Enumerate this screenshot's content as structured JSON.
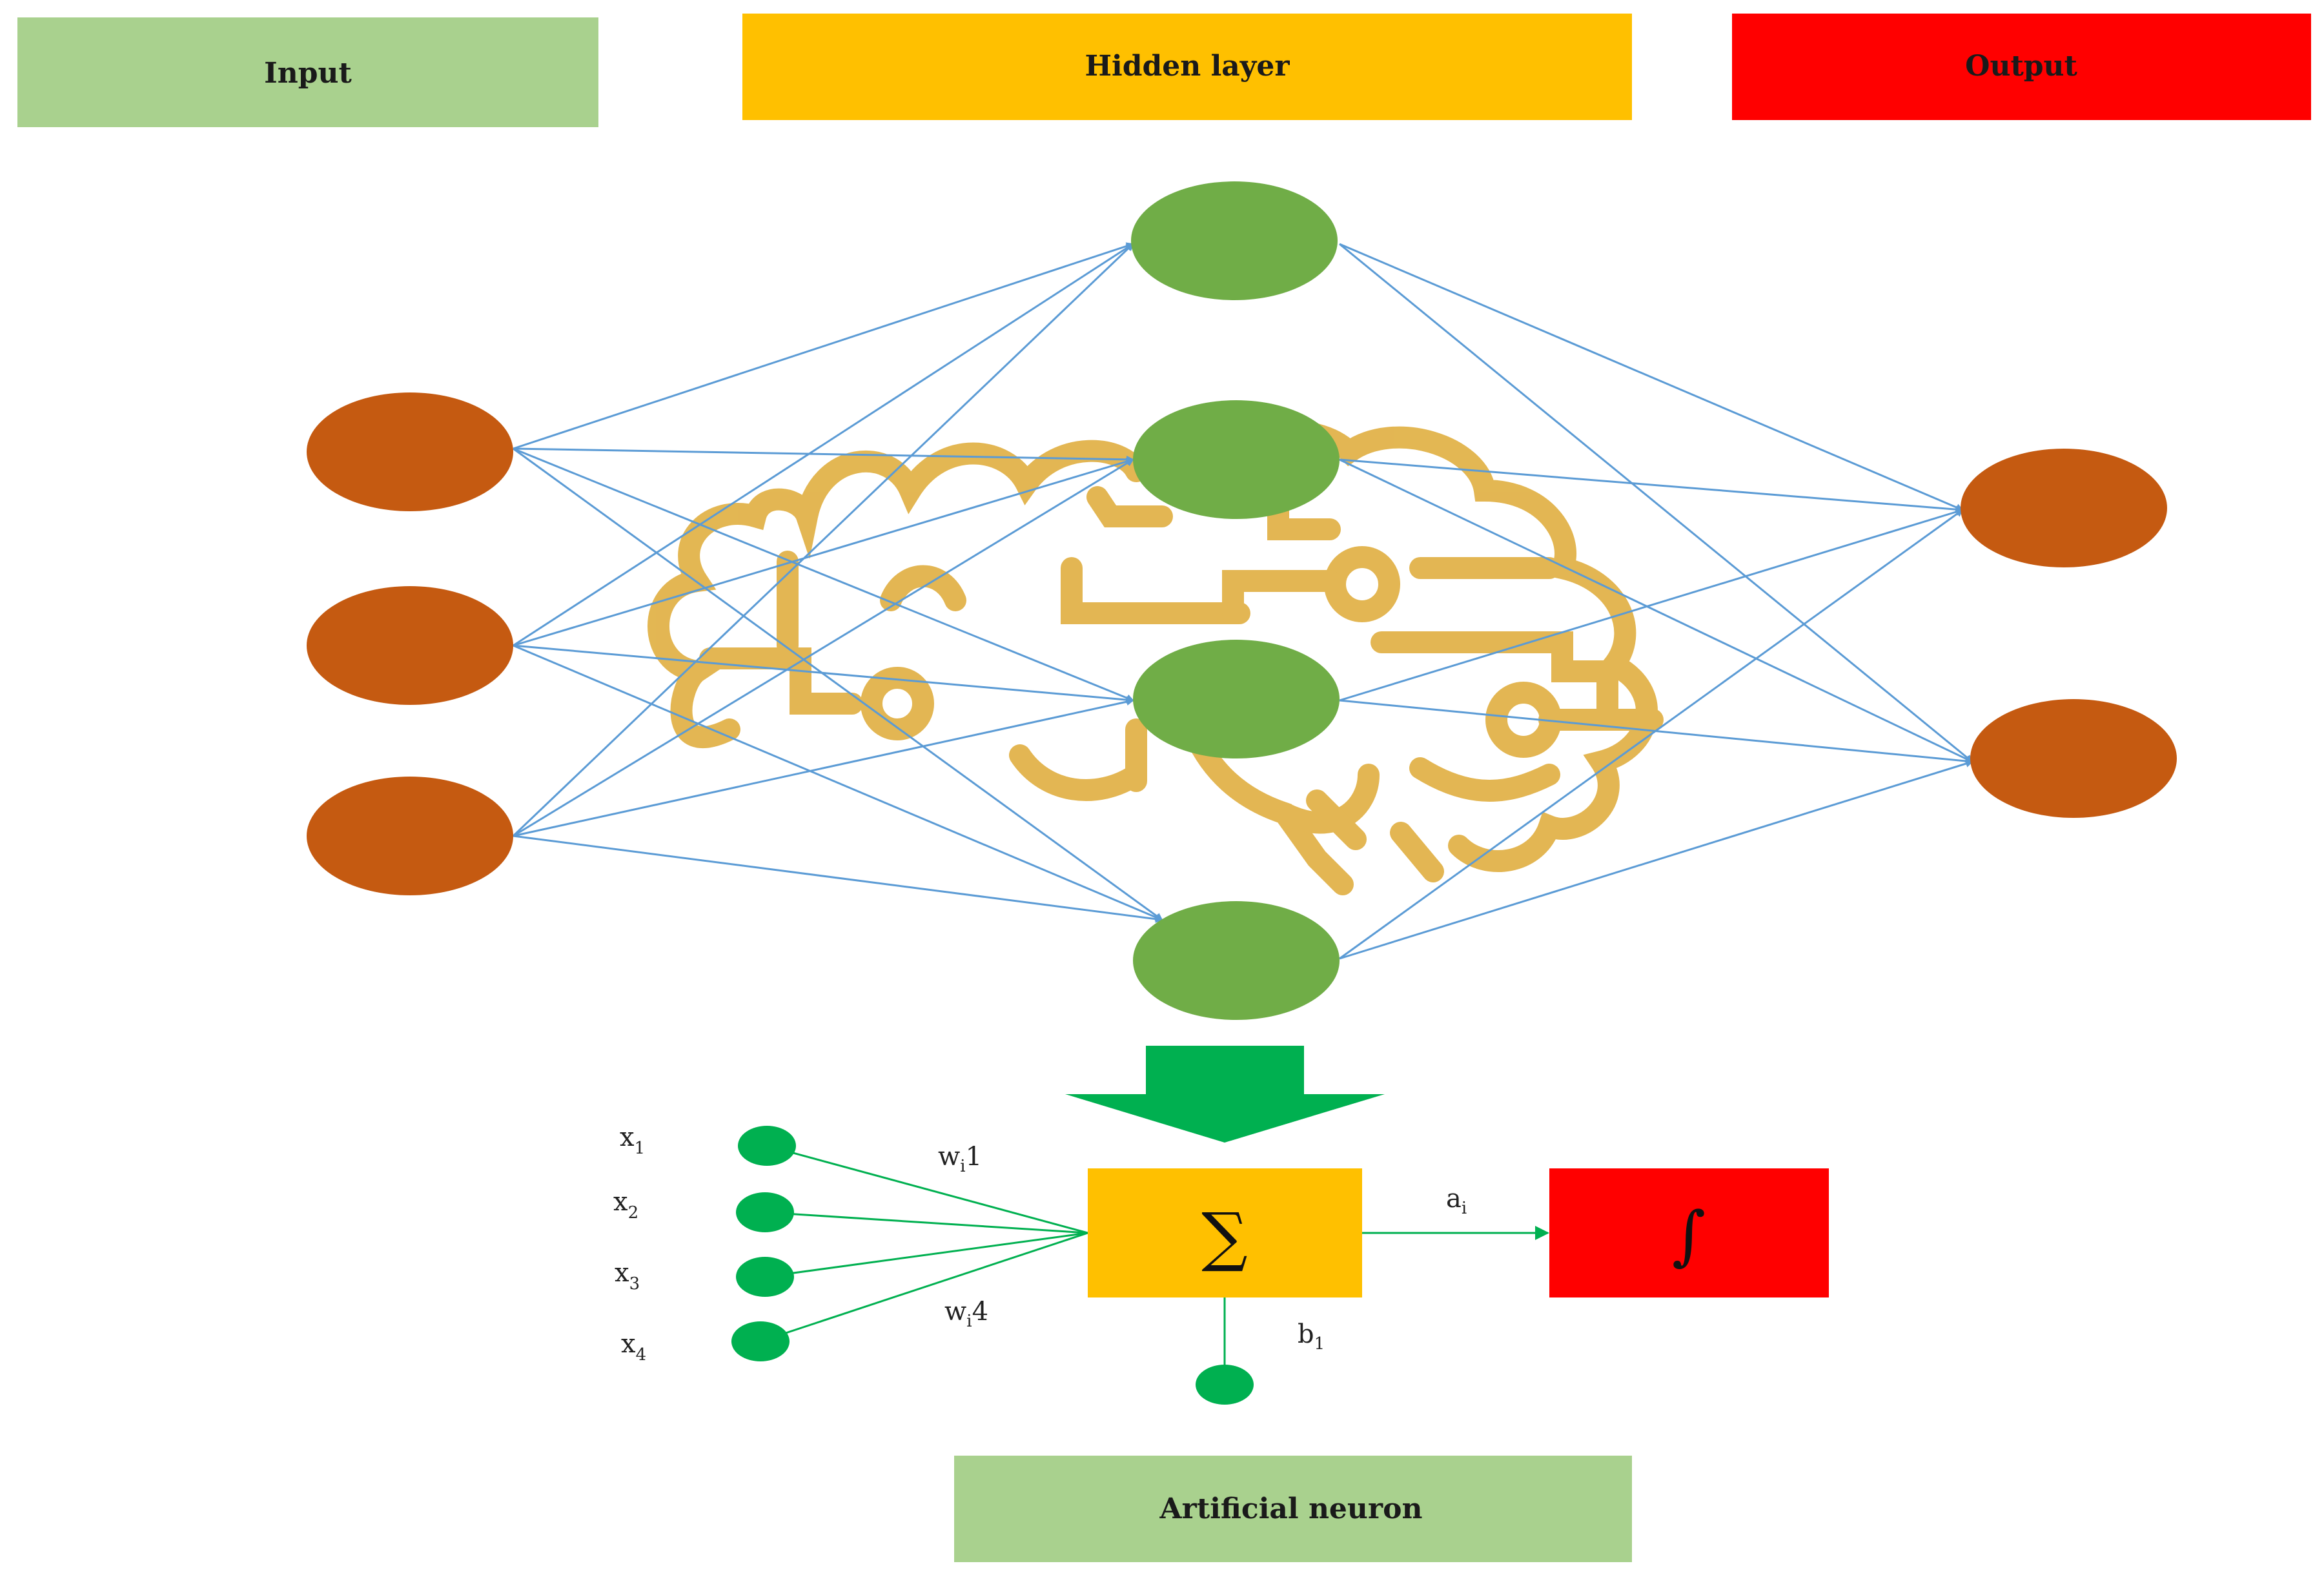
{
  "headers": {
    "input": "Input",
    "hidden": "Hidden layer",
    "output": "Output"
  },
  "neuron_panel": {
    "title": "Artificial neuron",
    "sum_symbol": "∑",
    "activation_symbol": "∫",
    "inputs": [
      {
        "base": "x",
        "sub": "1"
      },
      {
        "base": "x",
        "sub": "2"
      },
      {
        "base": "x",
        "sub": "3"
      },
      {
        "base": "x",
        "sub": "4"
      }
    ],
    "weight_top": {
      "base": "w",
      "sub": "i",
      "tail": "1"
    },
    "weight_bottom": {
      "base": "w",
      "sub": "i",
      "tail": "4"
    },
    "bias": {
      "base": "b",
      "sub": "1"
    },
    "sum_output": {
      "base": "a",
      "sub": "i"
    }
  },
  "colors": {
    "input_header": "#a9d18e",
    "hidden_header": "#ffc000",
    "output_header": "#ff0000",
    "io_node": "#c55a11",
    "hidden_node": "#70ad47",
    "connection": "#5b9bd5",
    "brain_icon": "#e2b34a",
    "neuron_node": "#00b050",
    "sum_box": "#ffc000",
    "activation_box": "#ff0000",
    "down_arrow": "#00b050"
  },
  "icons": [
    "brain-circuit-icon",
    "down-arrow-icon"
  ]
}
